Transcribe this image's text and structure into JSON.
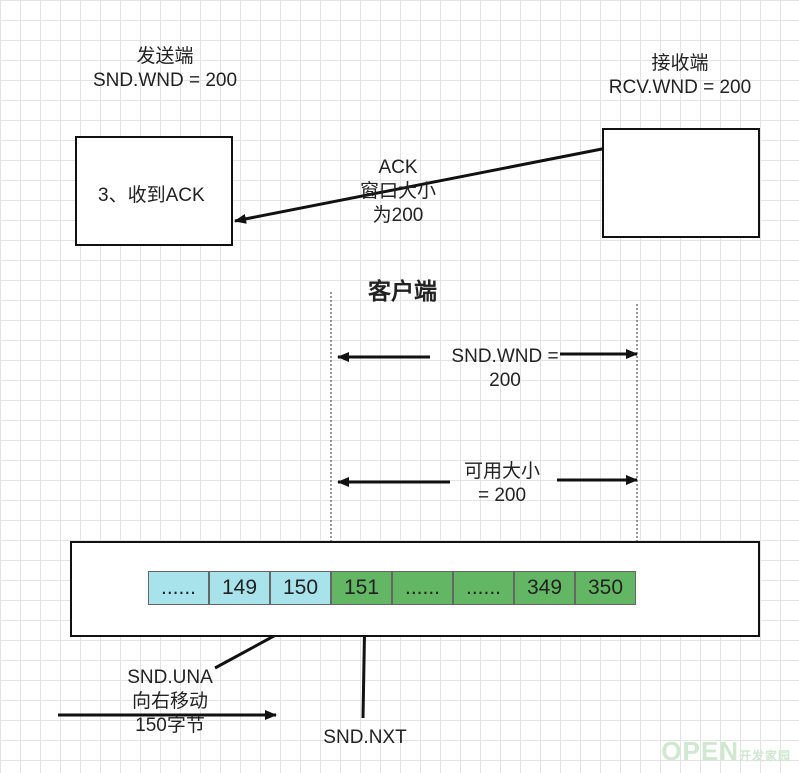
{
  "sender": {
    "name": "发送端",
    "wnd": "SND.WND = 200",
    "box_text": "3、收到ACK"
  },
  "receiver": {
    "name": "接收端",
    "wnd": "RCV.WND = 200"
  },
  "ack": {
    "line1": "ACK",
    "line2": "窗口大小",
    "line3": "为200"
  },
  "client_title": "客户端",
  "snd_wnd_arrow": {
    "line1": "SND.WND =",
    "line2": "200"
  },
  "available_arrow": {
    "line1": "可用大小",
    "line2": "= 200"
  },
  "cells": [
    {
      "text": "......",
      "color": "blue"
    },
    {
      "text": "149",
      "color": "blue"
    },
    {
      "text": "150",
      "color": "blue"
    },
    {
      "text": "151",
      "color": "green"
    },
    {
      "text": "......",
      "color": "green"
    },
    {
      "text": "......",
      "color": "green"
    },
    {
      "text": "349",
      "color": "green"
    },
    {
      "text": "350",
      "color": "green"
    }
  ],
  "snd_una": {
    "line1": "SND.UNA",
    "line2": "向右移动",
    "line3": "150字节"
  },
  "snd_nxt": "SND.NXT",
  "watermark": {
    "main": "OPEN",
    "sub": "开发家园"
  },
  "colors": {
    "blue_cell": "#a8e3ec",
    "green_cell": "#63b764",
    "line": "#111111"
  }
}
